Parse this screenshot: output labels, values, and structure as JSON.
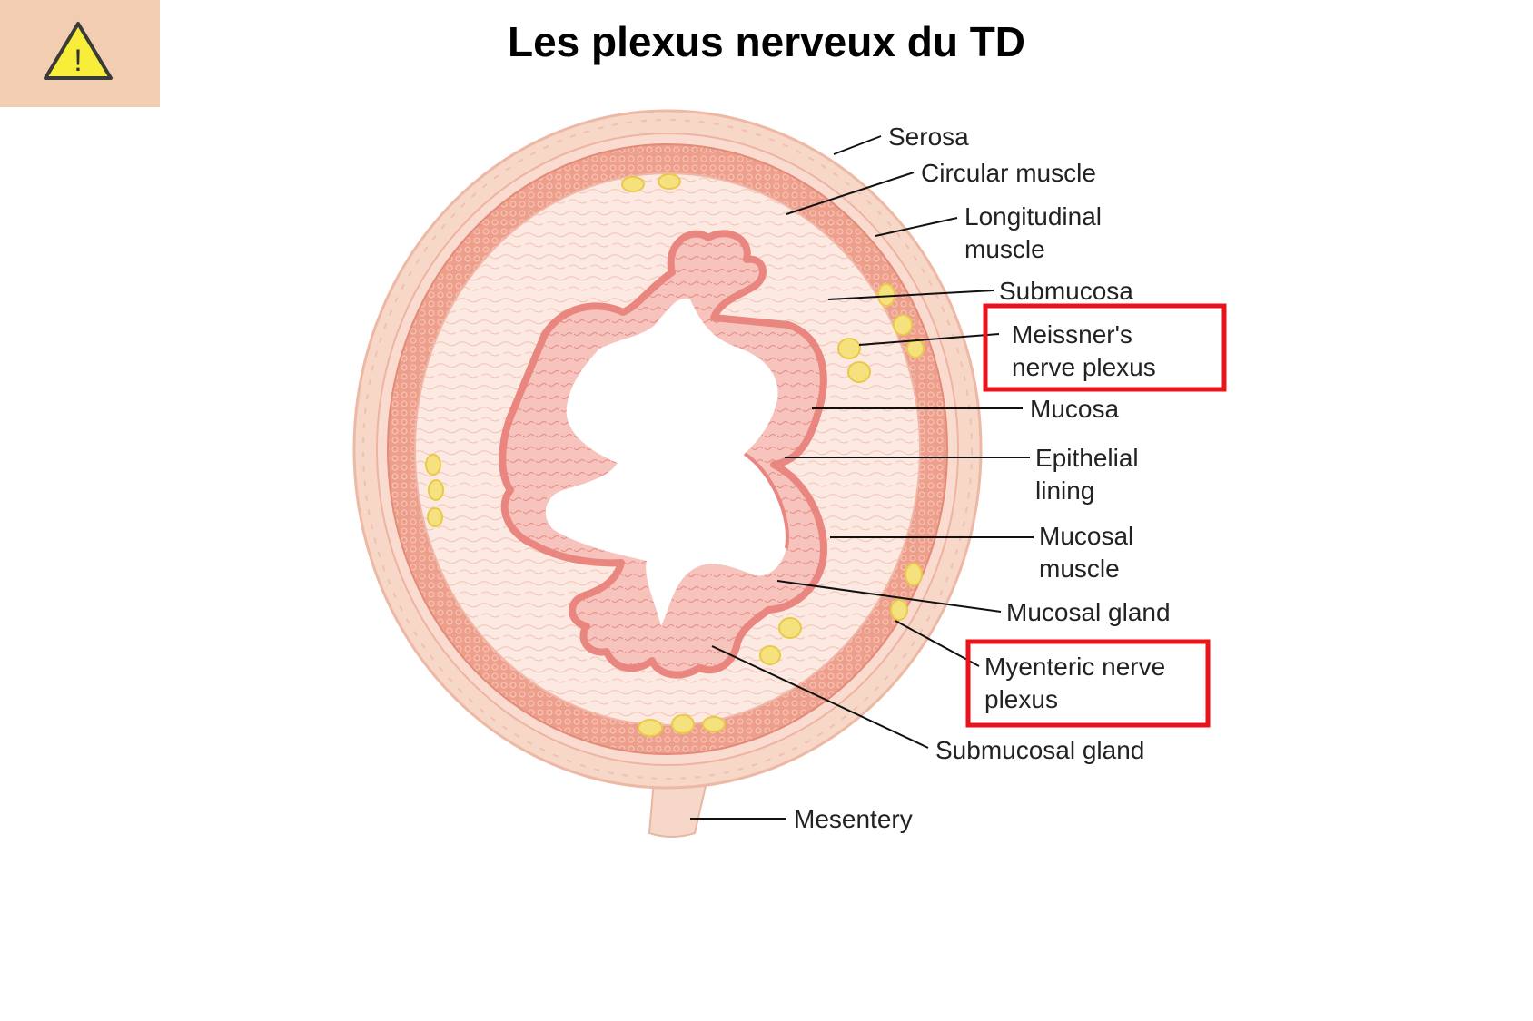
{
  "title": "Les plexus nerveux du TD",
  "warning": {
    "icon": "warning-triangle-icon",
    "glyph": "!"
  },
  "colors": {
    "warning_bg": "#f2cdb1",
    "warning_fill": "#f8ee3a",
    "serosa": "#f6d7c8",
    "muscle": "#ee9f8c",
    "submucosa": "#fce9e2",
    "mucosa": "#ef9c95",
    "nerve": "#f5e27e",
    "highlight": "#e8131b"
  },
  "labels": {
    "serosa": [
      "Serosa"
    ],
    "circular_muscle": [
      "Circular muscle"
    ],
    "longitudinal_muscle": [
      "Longitudinal",
      "muscle"
    ],
    "submucosa": [
      "Submucosa"
    ],
    "meissner": [
      "Meissner's",
      "nerve plexus"
    ],
    "mucosa": [
      "Mucosa"
    ],
    "epithelial": [
      "Epithelial",
      "lining"
    ],
    "mucosal_muscle": [
      "Mucosal",
      "muscle"
    ],
    "mucosal_gland": [
      "Mucosal gland"
    ],
    "myenteric": [
      "Myenteric nerve",
      "plexus"
    ],
    "submucosal_gland": [
      "Submucosal gland"
    ],
    "mesentery": [
      "Mesentery"
    ]
  }
}
